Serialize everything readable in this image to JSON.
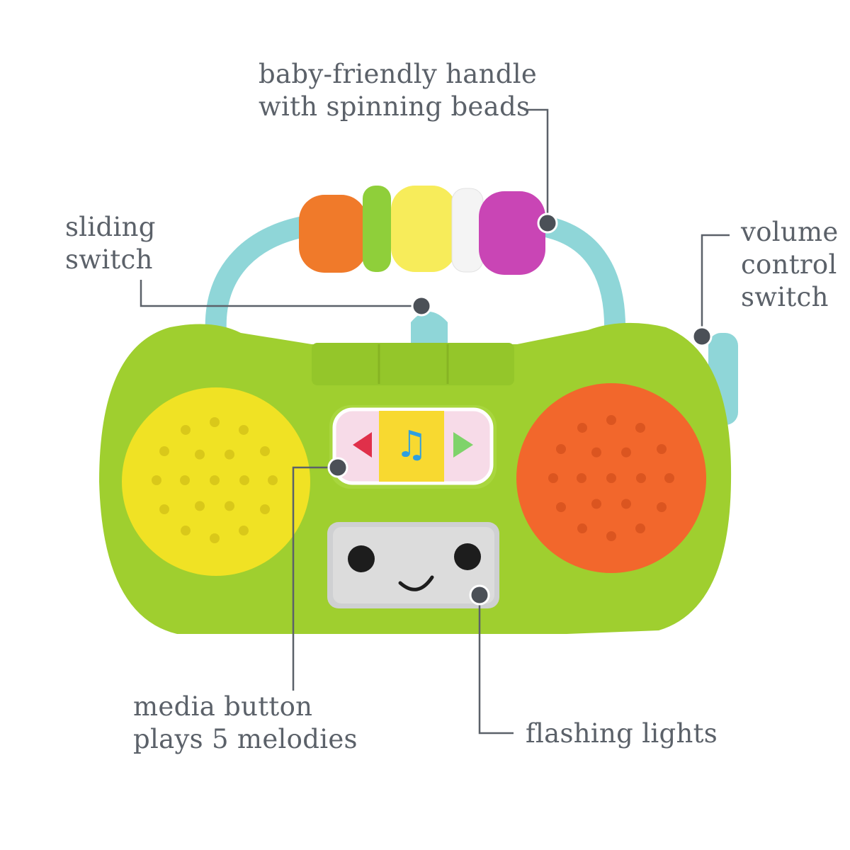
{
  "callouts": {
    "handle": {
      "line1": "baby-friendly handle",
      "line2": "with spinning beads"
    },
    "sliding_switch": {
      "line1": "sliding",
      "line2": "switch"
    },
    "volume": {
      "line1": "volume",
      "line2": "control",
      "line3": "switch"
    },
    "media_button": {
      "line1": "media button",
      "line2": "plays 5 melodies"
    },
    "flashing_lights": {
      "line1": "flashing lights"
    }
  },
  "colors": {
    "body": "#9fcf2f",
    "left_speaker": "#f0e224",
    "right_speaker": "#f2672c",
    "handle": "#8fd6d8",
    "callout_line": "#5b6169"
  }
}
